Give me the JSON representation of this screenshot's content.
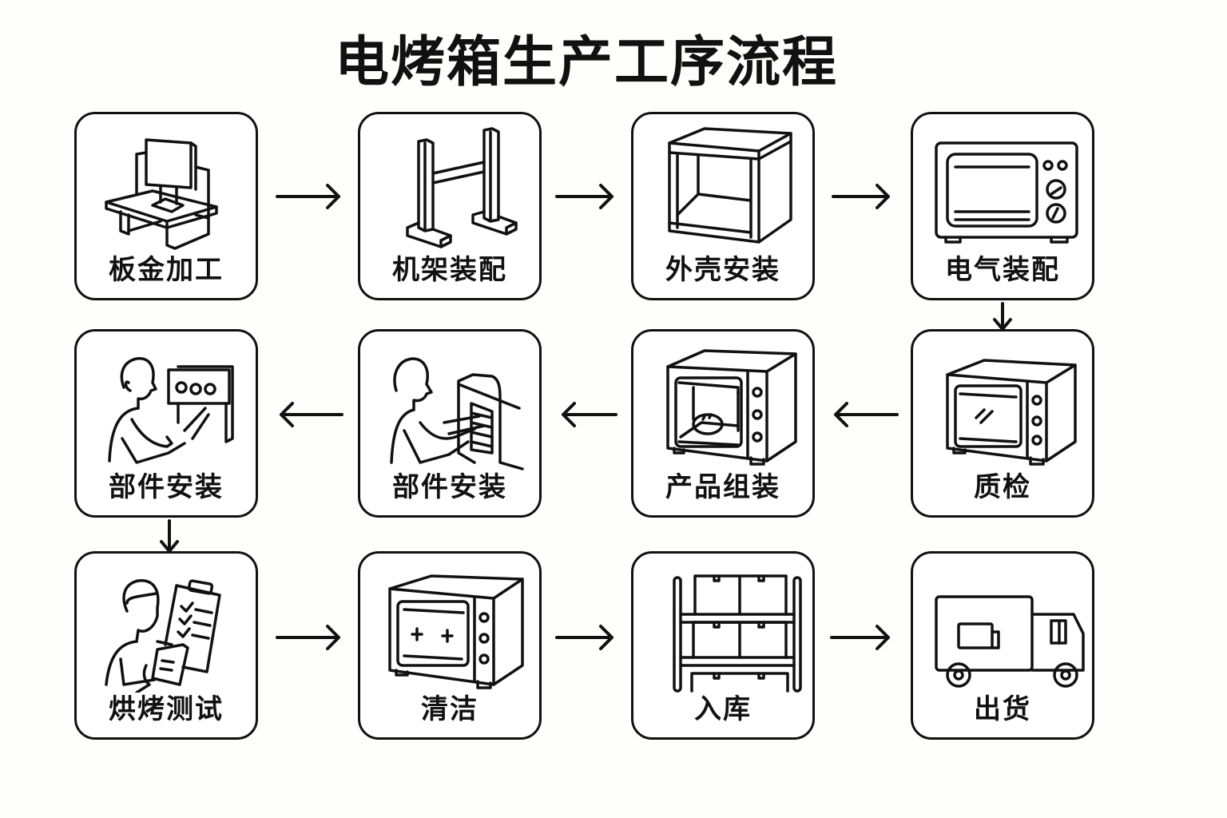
{
  "title": "电烤箱生产工序流程",
  "steps": [
    {
      "label": "板金加工",
      "icon": "sheet-metal-machine"
    },
    {
      "label": "机架装配",
      "icon": "frame-stand"
    },
    {
      "label": "外壳安装",
      "icon": "open-box-casing"
    },
    {
      "label": "电气装配",
      "icon": "oven-control-panel"
    },
    {
      "label": "质检",
      "icon": "oven-glass-door"
    },
    {
      "label": "产品组装",
      "icon": "oven-with-bread"
    },
    {
      "label": "部件安装",
      "icon": "worker-oven-rack"
    },
    {
      "label": "部件安装",
      "icon": "worker-control-panel"
    },
    {
      "label": "烘烤测试",
      "icon": "worker-checklist"
    },
    {
      "label": "清洁",
      "icon": "clean-oven"
    },
    {
      "label": "入库",
      "icon": "warehouse-shelf"
    },
    {
      "label": "出货",
      "icon": "delivery-truck"
    }
  ],
  "flow": [
    {
      "from": 0,
      "to": 1,
      "direction": "right"
    },
    {
      "from": 1,
      "to": 2,
      "direction": "right"
    },
    {
      "from": 2,
      "to": 3,
      "direction": "right"
    },
    {
      "from": 3,
      "to": 4,
      "direction": "down"
    },
    {
      "from": 4,
      "to": 5,
      "direction": "left"
    },
    {
      "from": 5,
      "to": 6,
      "direction": "left"
    },
    {
      "from": 6,
      "to": 7,
      "direction": "left"
    },
    {
      "from": 7,
      "to": 8,
      "direction": "down"
    },
    {
      "from": 8,
      "to": 9,
      "direction": "right"
    },
    {
      "from": 9,
      "to": 10,
      "direction": "right"
    },
    {
      "from": 10,
      "to": 11,
      "direction": "right"
    }
  ],
  "colors": {
    "stroke": "#111111",
    "background": "#fefefc",
    "box_fill": "#ffffff"
  }
}
